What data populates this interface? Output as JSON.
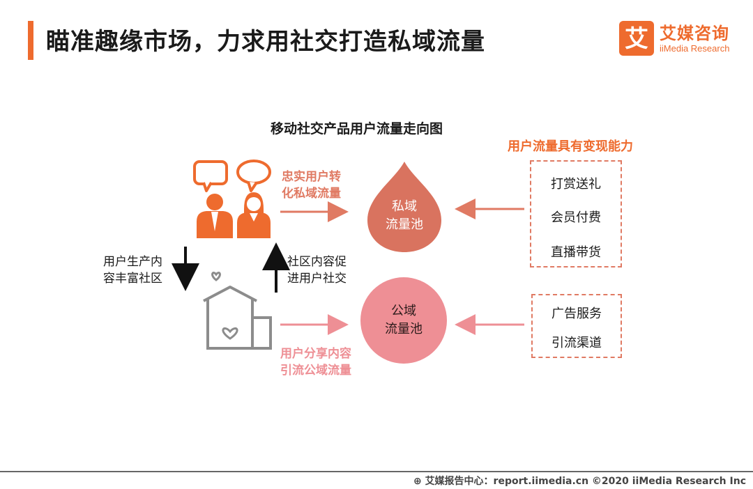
{
  "header": {
    "title": "瞄准趣缘市场，力求用社交打造私域流量",
    "logo_mark": "艾",
    "logo_cn": "艾媒咨询",
    "logo_en": "iiMedia Research"
  },
  "diagram": {
    "title": "移动社交产品用户流量走向图",
    "monetize_title": "用户流量具有变现能力",
    "private_pool": {
      "line1": "私域",
      "line2": "流量池"
    },
    "public_pool": {
      "line1": "公域",
      "line2": "流量池"
    },
    "loyal_label": {
      "line1": "忠实用户转",
      "line2": "化私域流量"
    },
    "share_label": {
      "line1": "用户分享内容",
      "line2": "引流公域流量"
    },
    "produce_label": {
      "line1": "用户生产内",
      "line2": "容丰富社区"
    },
    "promote_label": {
      "line1": "社区内容促",
      "line2": "进用户社交"
    },
    "monetize_items": [
      "打赏送礼",
      "会员付费",
      "直播带货"
    ],
    "channel_items": [
      "广告服务",
      "引流渠道"
    ],
    "colors": {
      "accent_orange": "#ee6b2e",
      "private_pool": "#d9735f",
      "public_pool": "#ee8f95",
      "arrow_private": "#e07a63",
      "arrow_public": "#ee8f95",
      "community_icon": "#8c8c8c"
    }
  },
  "footer": {
    "text": "艾媒报告中心：report.iimedia.cn  ©2020  iiMedia Research  Inc"
  }
}
